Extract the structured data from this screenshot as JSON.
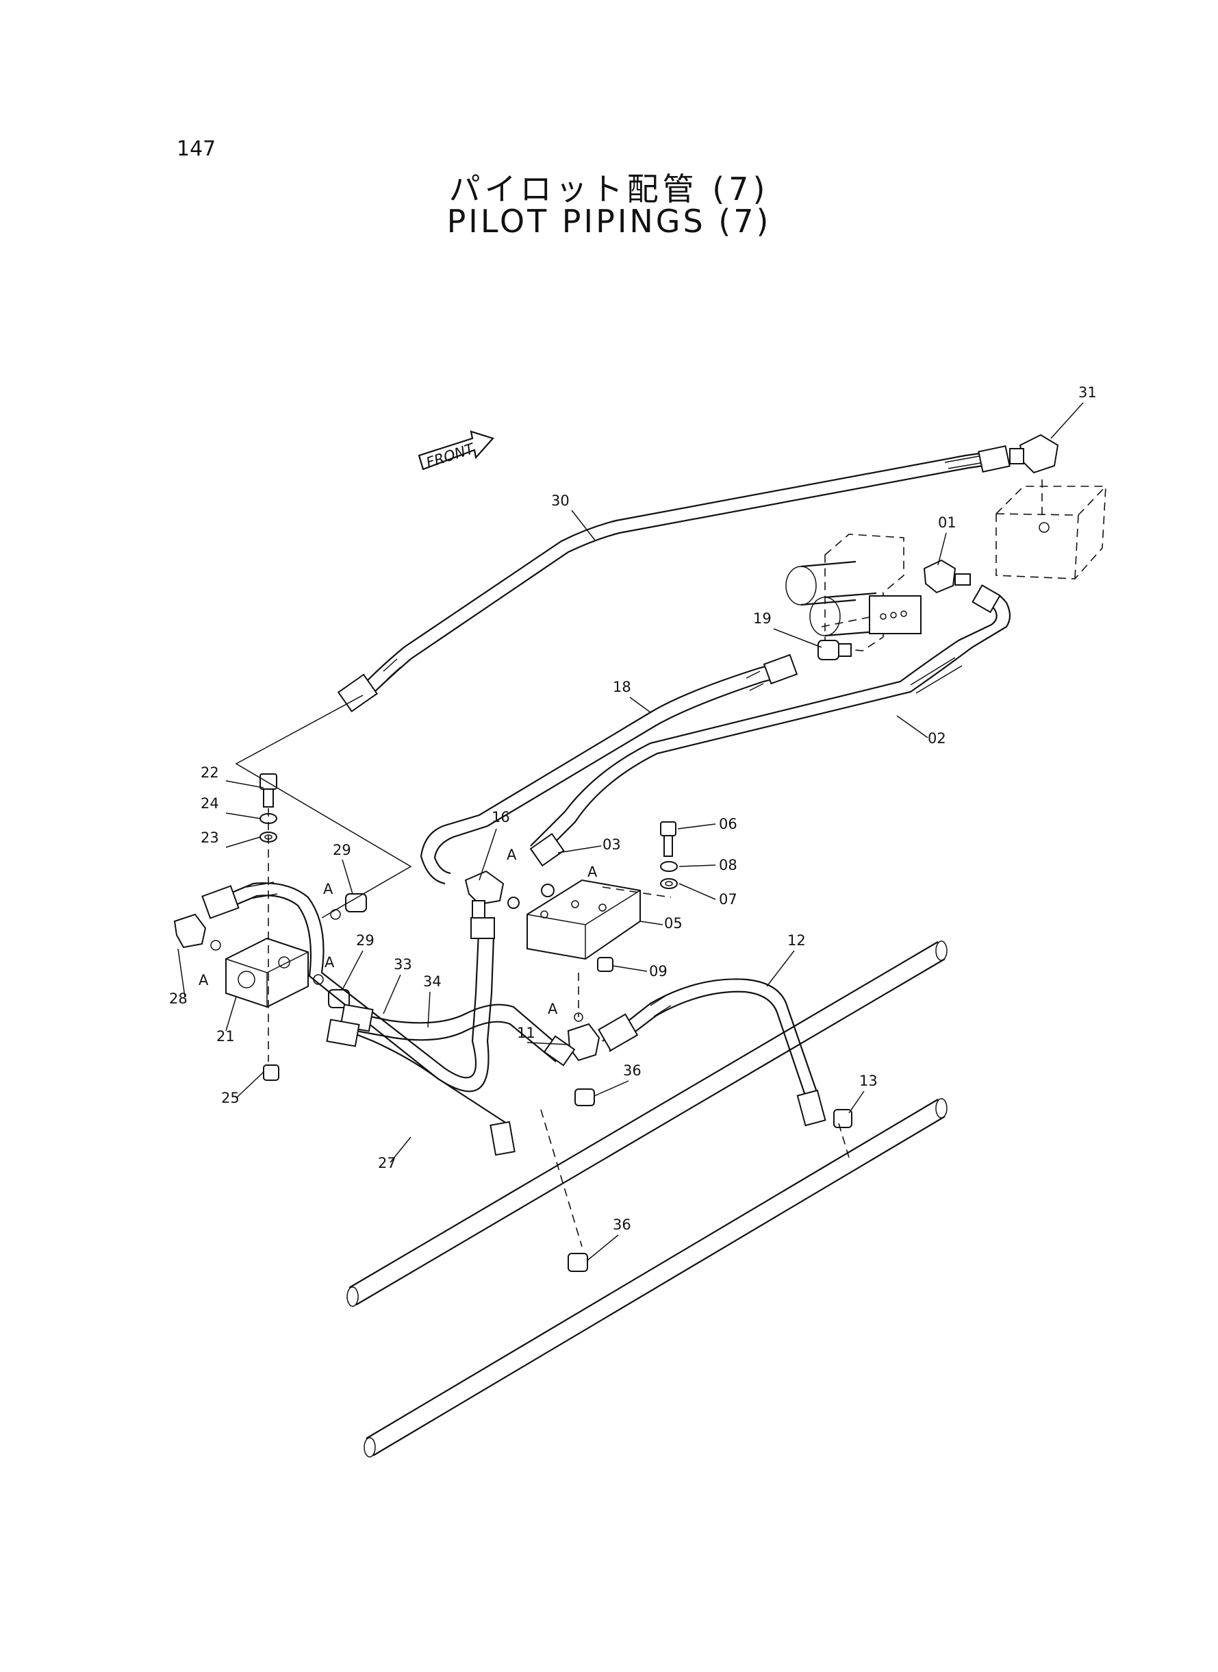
{
  "page_number": "147",
  "title_japanese": "パイロット配管 (7)",
  "title_english": "PILOT PIPINGS (7)",
  "front_label": "FRONT",
  "callouts": {
    "p01": "01",
    "p02": "02",
    "p03": "03",
    "p05": "05",
    "p06": "06",
    "p07": "07",
    "p08": "08",
    "p09": "09",
    "p11": "11",
    "p12": "12",
    "p13": "13",
    "p16": "16",
    "p18": "18",
    "p19": "19",
    "p21": "21",
    "p22": "22",
    "p23": "23",
    "p24": "24",
    "p25": "25",
    "p27": "27",
    "p28": "28",
    "p29a": "29",
    "p29b": "29",
    "p30": "30",
    "p31": "31",
    "p33": "33",
    "p34": "34",
    "p36a": "36",
    "p36b": "36"
  },
  "port_label": "A"
}
